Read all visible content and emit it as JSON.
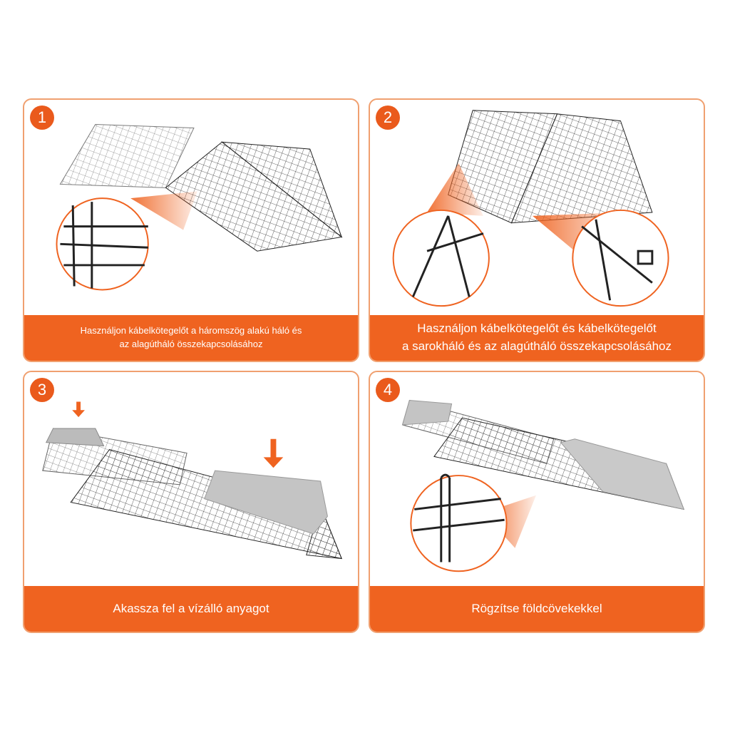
{
  "steps": [
    {
      "number": "1",
      "caption": [
        "Használjon kábelkötegelőt a háromszög alakú háló és",
        "az alagútháló összekapcsolásához"
      ]
    },
    {
      "number": "2",
      "caption": [
        "Használjon kábelkötegelőt és kábelkötegelőt",
        "a sarokháló és az alagútháló összekapcsolásához"
      ]
    },
    {
      "number": "3",
      "caption": [
        "Akassza fel a vízálló anyagot"
      ]
    },
    {
      "number": "4",
      "caption": [
        "Rögzítse földcövekekkel"
      ]
    }
  ],
  "colors": {
    "accent": "#ef6320",
    "border": "#f0a070"
  }
}
